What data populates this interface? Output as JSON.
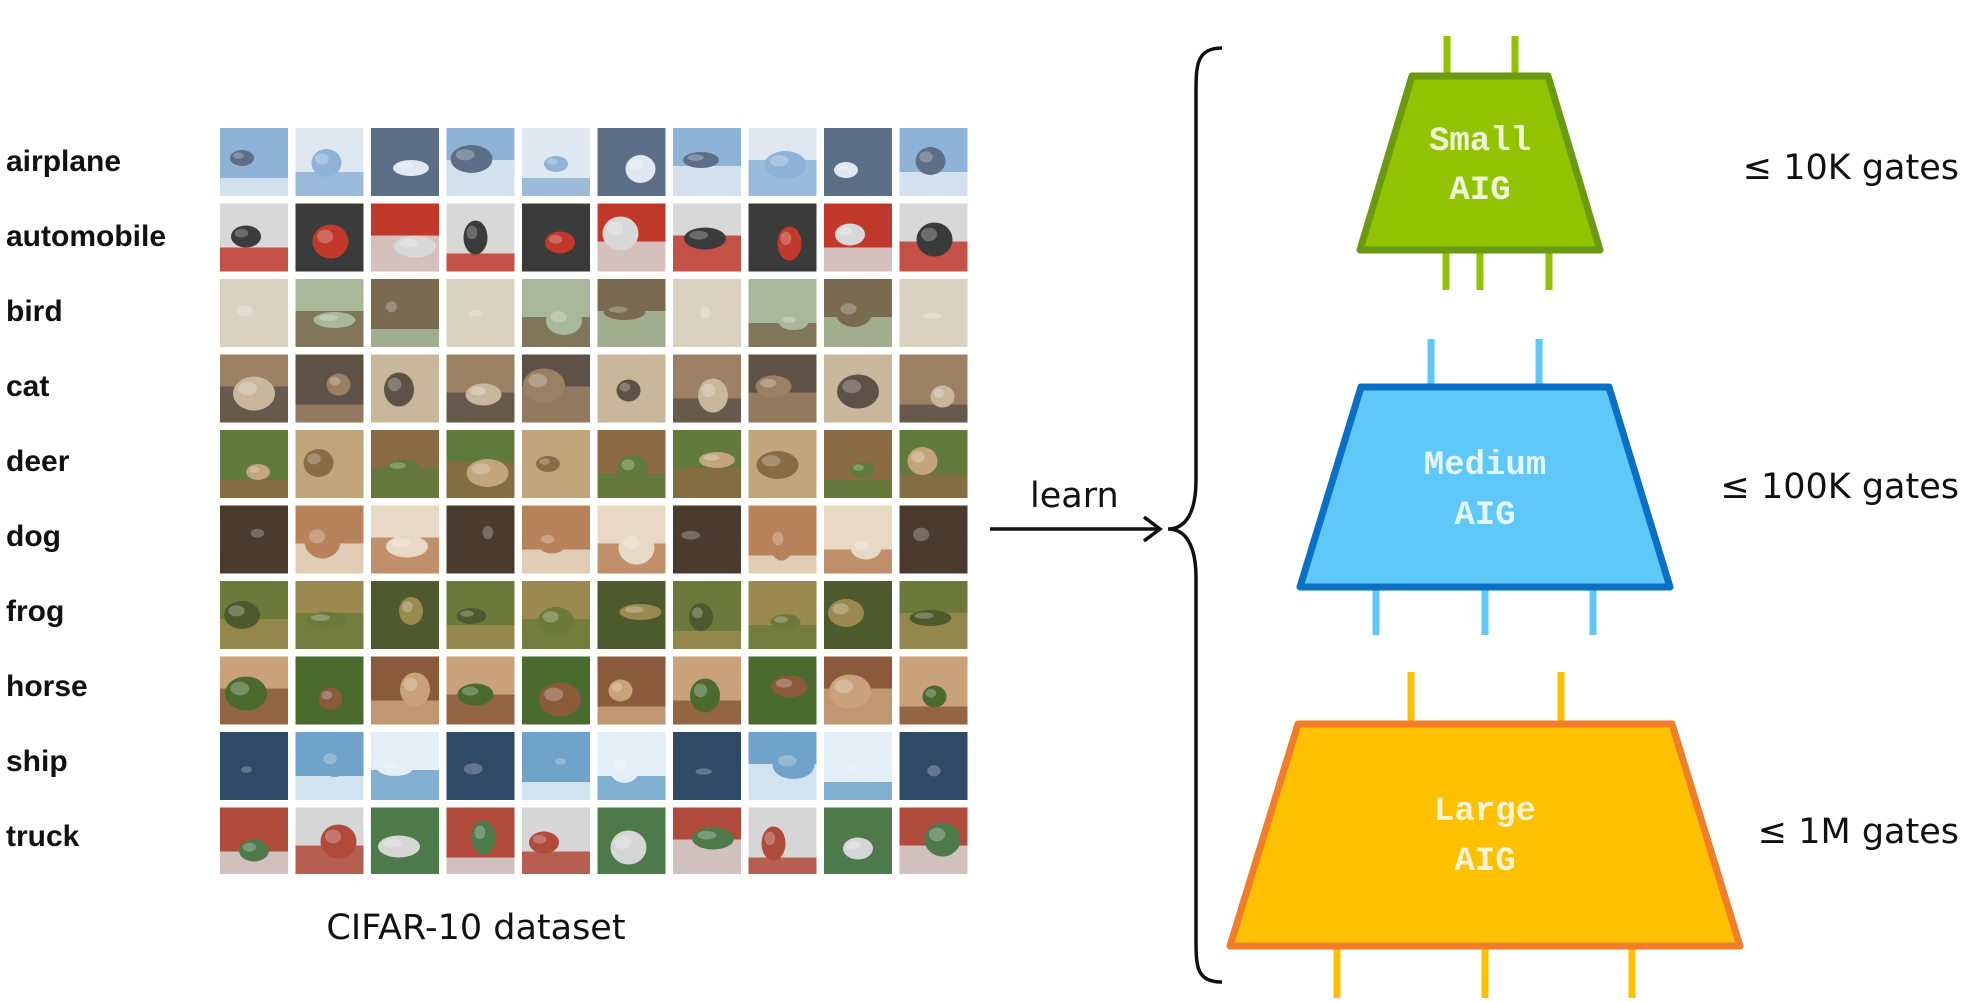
{
  "dataset": {
    "classes": [
      "airplane",
      "automobile",
      "bird",
      "cat",
      "deer",
      "dog",
      "frog",
      "horse",
      "ship",
      "truck"
    ],
    "caption": "CIFAR-10 dataset",
    "thumbnail_palettes": [
      [
        "#8fb3d6",
        "#dfe8f1",
        "#5c6f86"
      ],
      [
        "#c0392b",
        "#d8d8d8",
        "#3b3b3b"
      ],
      [
        "#a8b89a",
        "#7a6a4f",
        "#d9d2c0"
      ],
      [
        "#9c8064",
        "#5e5247",
        "#c9b79c"
      ],
      [
        "#8a6b43",
        "#5f7a3a",
        "#c2a57a"
      ],
      [
        "#b8835a",
        "#e8d9c6",
        "#4a3b2e"
      ],
      [
        "#6b7a3a",
        "#9a8a4f",
        "#4e5a2e"
      ],
      [
        "#8a5a3a",
        "#c9a27a",
        "#4a6a2e"
      ],
      [
        "#6fa3c9",
        "#e3eef6",
        "#2e4a66"
      ],
      [
        "#b04a3a",
        "#d6d6d6",
        "#4e7a4a"
      ]
    ]
  },
  "arrow": {
    "label": "learn"
  },
  "models": [
    {
      "line1": "Small",
      "line2": "AIG",
      "gates": "≤ 10K gates",
      "fill": "#92c300",
      "stroke": "#6b9a12",
      "text_color": "#eef5d8",
      "pin_color": "#92c300",
      "top_pins": 2,
      "bottom_pins": 3
    },
    {
      "line1": "Medium",
      "line2": "AIG",
      "gates": "≤ 100K gates",
      "fill": "#5ec8f8",
      "stroke": "#0b6fc4",
      "text_color": "#e4f6ff",
      "pin_color": "#5ec8f8",
      "top_pins": 2,
      "bottom_pins": 3
    },
    {
      "line1": "Large",
      "line2": "AIG",
      "gates": "≤ 1M gates",
      "fill": "#ffc000",
      "stroke": "#ef7d2a",
      "text_color": "#fff4d6",
      "pin_color": "#ffc000",
      "top_pins": 2,
      "bottom_pins": 3
    }
  ]
}
